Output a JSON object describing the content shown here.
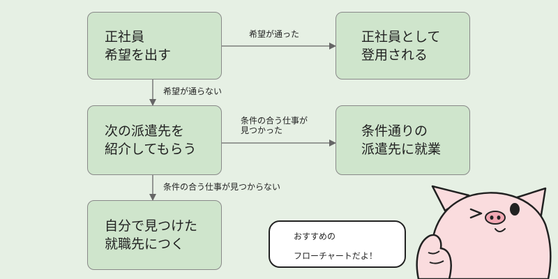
{
  "nodes": {
    "apply_fulltime": "正社員\n希望を出す",
    "hired_fulltime": "正社員として\n登用される",
    "next_dispatch": "次の派遣先を\n紹介してもらう",
    "matching_job": "条件通りの\n派遣先に就業",
    "self_search": "自分で見つけた\n就職先につく"
  },
  "edges": {
    "approved": "希望が通った",
    "rejected": "希望が通らない",
    "job_found": "条件の合う仕事が\n見つかった",
    "job_not_found": "条件の合う仕事が見つからない"
  },
  "speech": {
    "line1": "おすすめの",
    "line2": "フローチャートだよ！"
  },
  "colors": {
    "background": "#e6f0e4",
    "box_fill": "#cfe5cc",
    "box_border": "#888888",
    "arrow": "#666666",
    "pig": "#fadcde",
    "pig_nose": "#f2a7b3"
  }
}
